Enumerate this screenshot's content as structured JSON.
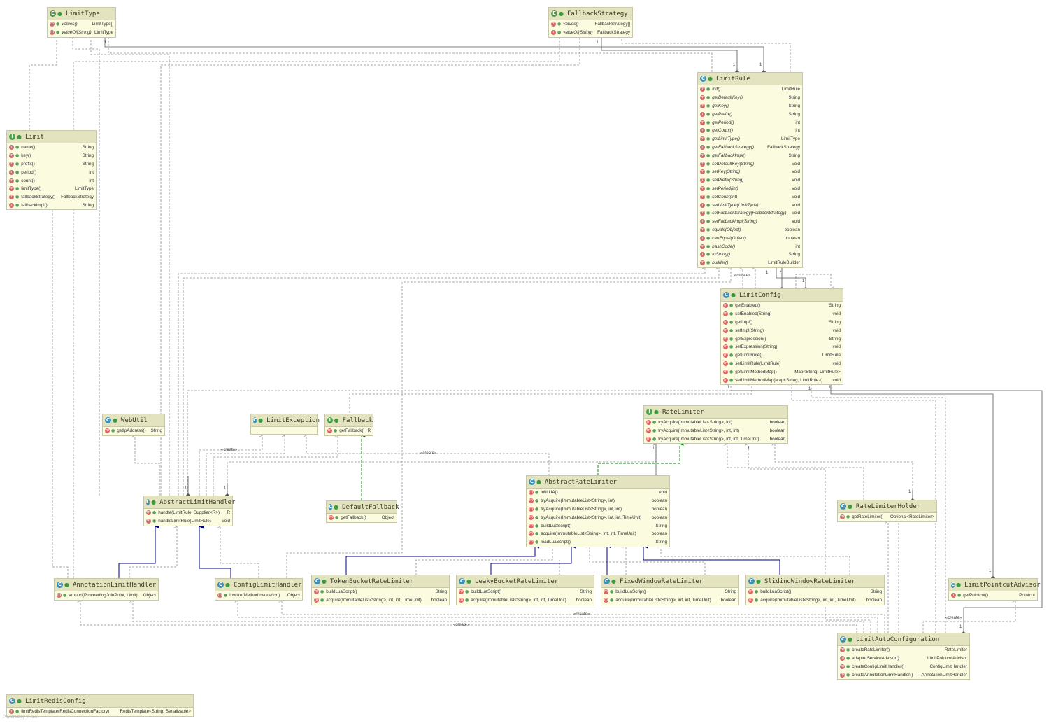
{
  "classes": {
    "limit_type": {
      "name": "LimitType",
      "methods": [
        {
          "sig": "values()",
          "ret": "LimitType[]"
        },
        {
          "sig": "valueOf(String)",
          "ret": "LimitType"
        }
      ]
    },
    "fallback_strategy": {
      "name": "FallbackStrategy",
      "methods": [
        {
          "sig": "values()",
          "ret": "FallbackStrategy[]"
        },
        {
          "sig": "valueOf(String)",
          "ret": "FallbackStrategy"
        }
      ]
    },
    "limit_rule": {
      "name": "LimitRule",
      "methods": [
        {
          "sig": "init()",
          "ret": "LimitRule"
        },
        {
          "sig": "getDefaultKey()",
          "ret": "String"
        },
        {
          "sig": "getKey()",
          "ret": "String"
        },
        {
          "sig": "getPrefix()",
          "ret": "String"
        },
        {
          "sig": "getPeriod()",
          "ret": "int"
        },
        {
          "sig": "getCount()",
          "ret": "int"
        },
        {
          "sig": "getLimitType()",
          "ret": "LimitType"
        },
        {
          "sig": "getFallbackStrategy()",
          "ret": "FallbackStrategy"
        },
        {
          "sig": "getFallbackImpl()",
          "ret": "String"
        },
        {
          "sig": "setDefaultKey(String)",
          "ret": "void"
        },
        {
          "sig": "setKey(String)",
          "ret": "void"
        },
        {
          "sig": "setPrefix(String)",
          "ret": "void"
        },
        {
          "sig": "setPeriod(int)",
          "ret": "void"
        },
        {
          "sig": "setCount(int)",
          "ret": "void"
        },
        {
          "sig": "setLimitType(LimitType)",
          "ret": "void"
        },
        {
          "sig": "setFallbackStrategy(FallbackStrategy)",
          "ret": "void"
        },
        {
          "sig": "setFallbackImpl(String)",
          "ret": "void"
        },
        {
          "sig": "equals(Object)",
          "ret": "boolean"
        },
        {
          "sig": "canEqual(Object)",
          "ret": "boolean"
        },
        {
          "sig": "hashCode()",
          "ret": "int"
        },
        {
          "sig": "toString()",
          "ret": "String"
        },
        {
          "sig": "builder()",
          "ret": "LimitRuleBuilder"
        }
      ]
    },
    "limit": {
      "name": "Limit",
      "methods": [
        {
          "sig": "name()",
          "ret": "String"
        },
        {
          "sig": "key()",
          "ret": "String"
        },
        {
          "sig": "prefix()",
          "ret": "String"
        },
        {
          "sig": "period()",
          "ret": "int"
        },
        {
          "sig": "count()",
          "ret": "int"
        },
        {
          "sig": "limitType()",
          "ret": "LimitType"
        },
        {
          "sig": "fallbackStrategy()",
          "ret": "FallbackStrategy"
        },
        {
          "sig": "fallbackImpl()",
          "ret": "String"
        }
      ]
    },
    "limit_config": {
      "name": "LimitConfig",
      "methods": [
        {
          "sig": "getEnabled()",
          "ret": "String"
        },
        {
          "sig": "setEnabled(String)",
          "ret": "void"
        },
        {
          "sig": "getImpl()",
          "ret": "String"
        },
        {
          "sig": "setImpl(String)",
          "ret": "void"
        },
        {
          "sig": "getExpression()",
          "ret": "String"
        },
        {
          "sig": "setExpression(String)",
          "ret": "void"
        },
        {
          "sig": "getLimitRule()",
          "ret": "LimitRule"
        },
        {
          "sig": "setLimitRule(LimitRule)",
          "ret": "void"
        },
        {
          "sig": "getLimitMethodMap()",
          "ret": "Map<String, LimitRule>"
        },
        {
          "sig": "setLimitMethodMap(Map<String, LimitRule>)",
          "ret": "void"
        }
      ]
    },
    "web_util": {
      "name": "WebUtil",
      "methods": [
        {
          "sig": "getIpAddress()",
          "ret": "String"
        }
      ]
    },
    "limit_exception": {
      "name": "LimitException",
      "methods": []
    },
    "fallback": {
      "name": "Fallback",
      "methods": [
        {
          "sig": "getFallback()",
          "ret": "R"
        }
      ]
    },
    "rate_limiter": {
      "name": "RateLimiter",
      "methods": [
        {
          "sig": "tryAcquire(ImmutableList<String>, int)",
          "ret": "boolean"
        },
        {
          "sig": "tryAcquire(ImmutableList<String>, int, int)",
          "ret": "boolean"
        },
        {
          "sig": "tryAcquire(ImmutableList<String>, int, int, TimeUnit)",
          "ret": "boolean"
        }
      ]
    },
    "abstract_limit_handler": {
      "name": "AbstractLimitHandler",
      "methods": [
        {
          "sig": "handle(LimitRule, Supplier<R>)",
          "ret": "R"
        },
        {
          "sig": "handleLimitRule(LimitRule)",
          "ret": "void"
        }
      ]
    },
    "default_fallback": {
      "name": "DefaultFallback",
      "methods": [
        {
          "sig": "getFallback()",
          "ret": "Object"
        }
      ]
    },
    "abstract_rate_limiter": {
      "name": "AbstractRateLimiter",
      "methods": [
        {
          "sig": "initLUA()",
          "ret": "void"
        },
        {
          "sig": "tryAcquire(ImmutableList<String>, int)",
          "ret": "boolean"
        },
        {
          "sig": "tryAcquire(ImmutableList<String>, int, int)",
          "ret": "boolean"
        },
        {
          "sig": "tryAcquire(ImmutableList<String>, int, int, TimeUnit)",
          "ret": "boolean"
        },
        {
          "sig": "buildLuaScript()",
          "ret": "String"
        },
        {
          "sig": "acquire(ImmutableList<String>, int, int, TimeUnit)",
          "ret": "boolean"
        },
        {
          "sig": "loadLuaScript()",
          "ret": "String"
        }
      ]
    },
    "rate_limiter_holder": {
      "name": "RateLimiterHolder",
      "methods": [
        {
          "sig": "getRateLimiter()",
          "ret": "Optional<RateLimiter>"
        }
      ]
    },
    "annotation_limit_handler": {
      "name": "AnnotationLimitHandler",
      "methods": [
        {
          "sig": "around(ProceedingJoinPoint, Limit)",
          "ret": "Object"
        }
      ]
    },
    "config_limit_handler": {
      "name": "ConfigLimitHandler",
      "methods": [
        {
          "sig": "invoke(MethodInvocation)",
          "ret": "Object"
        }
      ]
    },
    "token_bucket": {
      "name": "TokenBucketRateLimiter",
      "methods": [
        {
          "sig": "buildLuaScript()",
          "ret": "String"
        },
        {
          "sig": "acquire(ImmutableList<String>, int, int, TimeUnit)",
          "ret": "boolean"
        }
      ]
    },
    "leaky_bucket": {
      "name": "LeakyBucketRateLimiter",
      "methods": [
        {
          "sig": "buildLuaScript()",
          "ret": "String"
        },
        {
          "sig": "acquire(ImmutableList<String>, int, int, TimeUnit)",
          "ret": "boolean"
        }
      ]
    },
    "fixed_window": {
      "name": "FixedWindowRateLimiter",
      "methods": [
        {
          "sig": "buildLuaScript()",
          "ret": "String"
        },
        {
          "sig": "acquire(ImmutableList<String>, int, int, TimeUnit)",
          "ret": "boolean"
        }
      ]
    },
    "sliding_window": {
      "name": "SlidingWindowRateLimiter",
      "methods": [
        {
          "sig": "buildLuaScript()",
          "ret": "String"
        },
        {
          "sig": "acquire(ImmutableList<String>, int, int, TimeUnit)",
          "ret": "boolean"
        }
      ]
    },
    "limit_pointcut_advisor": {
      "name": "LimitPointcutAdvisor",
      "methods": [
        {
          "sig": "getPointcut()",
          "ret": "Pointcut"
        }
      ]
    },
    "limit_auto_configuration": {
      "name": "LimitAutoConfiguration",
      "methods": [
        {
          "sig": "createRateLimiter()",
          "ret": "RateLimiter"
        },
        {
          "sig": "adapterServiceAdvisor()",
          "ret": "LimitPointcutAdvisor"
        },
        {
          "sig": "createConfigLimitHandler()",
          "ret": "ConfigLimitHandler"
        },
        {
          "sig": "createAnnotationLimitHandler()",
          "ret": "AnnotationLimitHandler"
        }
      ]
    },
    "limit_redis_config": {
      "name": "LimitRedisConfig",
      "methods": [
        {
          "sig": "limitRedisTemplate(RedisConnectionFactory)",
          "ret": "RedisTemplate<String, Serializable>"
        }
      ]
    }
  },
  "labels": {
    "creates": "«create»",
    "one": "1",
    "star": "*"
  },
  "watermark": "Powered by yFiles",
  "colors": {
    "box_bg": "#fbfbdf",
    "header_bg": "#e3e3c0",
    "edge": "#8a8a8a",
    "inherit": "#000080",
    "implements": "#008000"
  }
}
